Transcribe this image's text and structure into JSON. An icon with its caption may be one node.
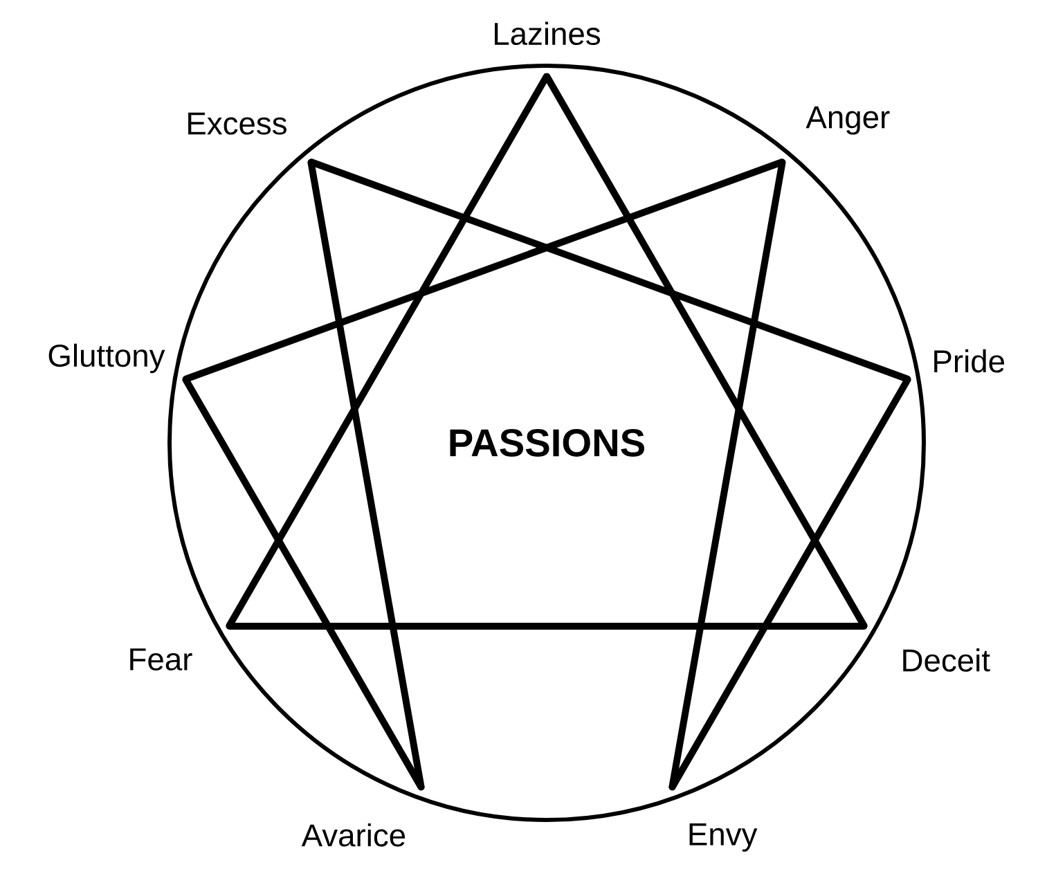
{
  "diagram": {
    "nodes": [
      {
        "text": [
          "Lazines"
        ]
      },
      {
        "text": [
          "Excess"
        ]
      },
      {
        "text": [
          "Anger"
        ]
      },
      {
        "text": [
          "Gluttony"
        ]
      },
      {
        "text": [
          "Pride"
        ]
      },
      {
        "text": [
          "Fear"
        ]
      },
      {
        "text": [
          "Deceit"
        ]
      },
      {
        "text": [
          "Avarice"
        ]
      },
      {
        "text": [
          "Envy"
        ]
      }
    ],
    "edges": [
      {
        "from": 0,
        "to": 6,
        "arrow": "none"
      },
      {
        "from": 6,
        "to": 5,
        "arrow": "none"
      },
      {
        "from": 5,
        "to": 0,
        "arrow": "none"
      },
      {
        "from": 2,
        "to": 8,
        "arrow": "none"
      },
      {
        "from": 8,
        "to": 4,
        "arrow": "none"
      },
      {
        "from": 4,
        "to": 1,
        "arrow": "none"
      },
      {
        "from": 1,
        "to": 7,
        "arrow": "none"
      },
      {
        "from": 7,
        "to": 3,
        "arrow": "none"
      },
      {
        "from": 3,
        "to": 2,
        "arrow": "none"
      }
    ],
    "labels": [
      "PASSIONS"
    ]
  }
}
